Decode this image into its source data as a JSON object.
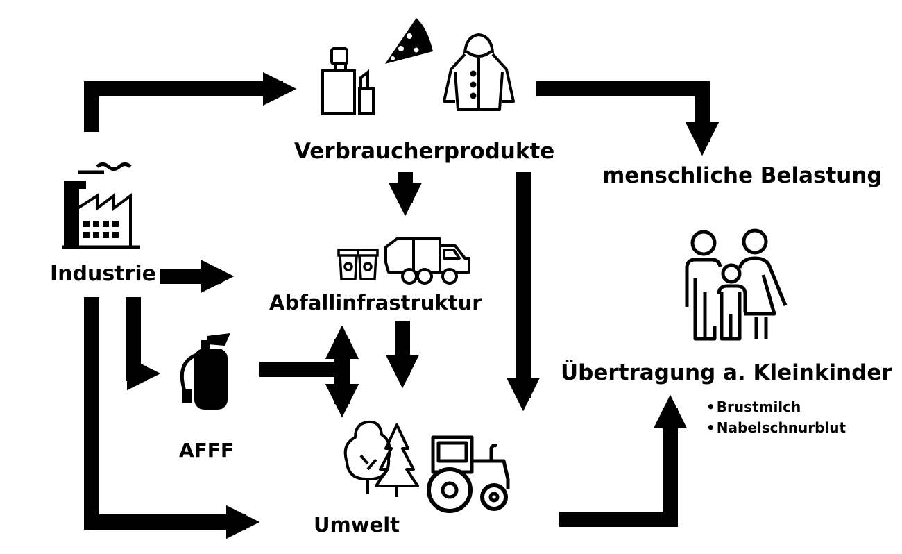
{
  "nodes": {
    "consumer_products": "Verbraucherprodukte",
    "human_exposure": "menschliche Belastung",
    "industry": "Industrie",
    "waste_infrastructure": "Abfallinfrastruktur",
    "infant_transfer": "Übertragung a. Kleinkinder",
    "afff": "AFFF",
    "environment": "Umwelt"
  },
  "infant_transfer_items": [
    "Brustmilch",
    "Nabelschnurblut"
  ],
  "icons": {
    "industry": "factory-icon",
    "consumer_products": [
      "cosmetics-bottle-icon",
      "lipstick-icon",
      "pizza-slice-icon",
      "rain-jacket-icon"
    ],
    "waste_infrastructure": [
      "recycling-bins-icon",
      "garbage-truck-icon"
    ],
    "afff": "fire-extinguisher-icon",
    "environment": [
      "deciduous-tree-icon",
      "pine-tree-icon",
      "tractor-icon"
    ],
    "human_exposure": "family-icon"
  },
  "colors": {
    "foreground": "#000000",
    "background": "#ffffff"
  }
}
